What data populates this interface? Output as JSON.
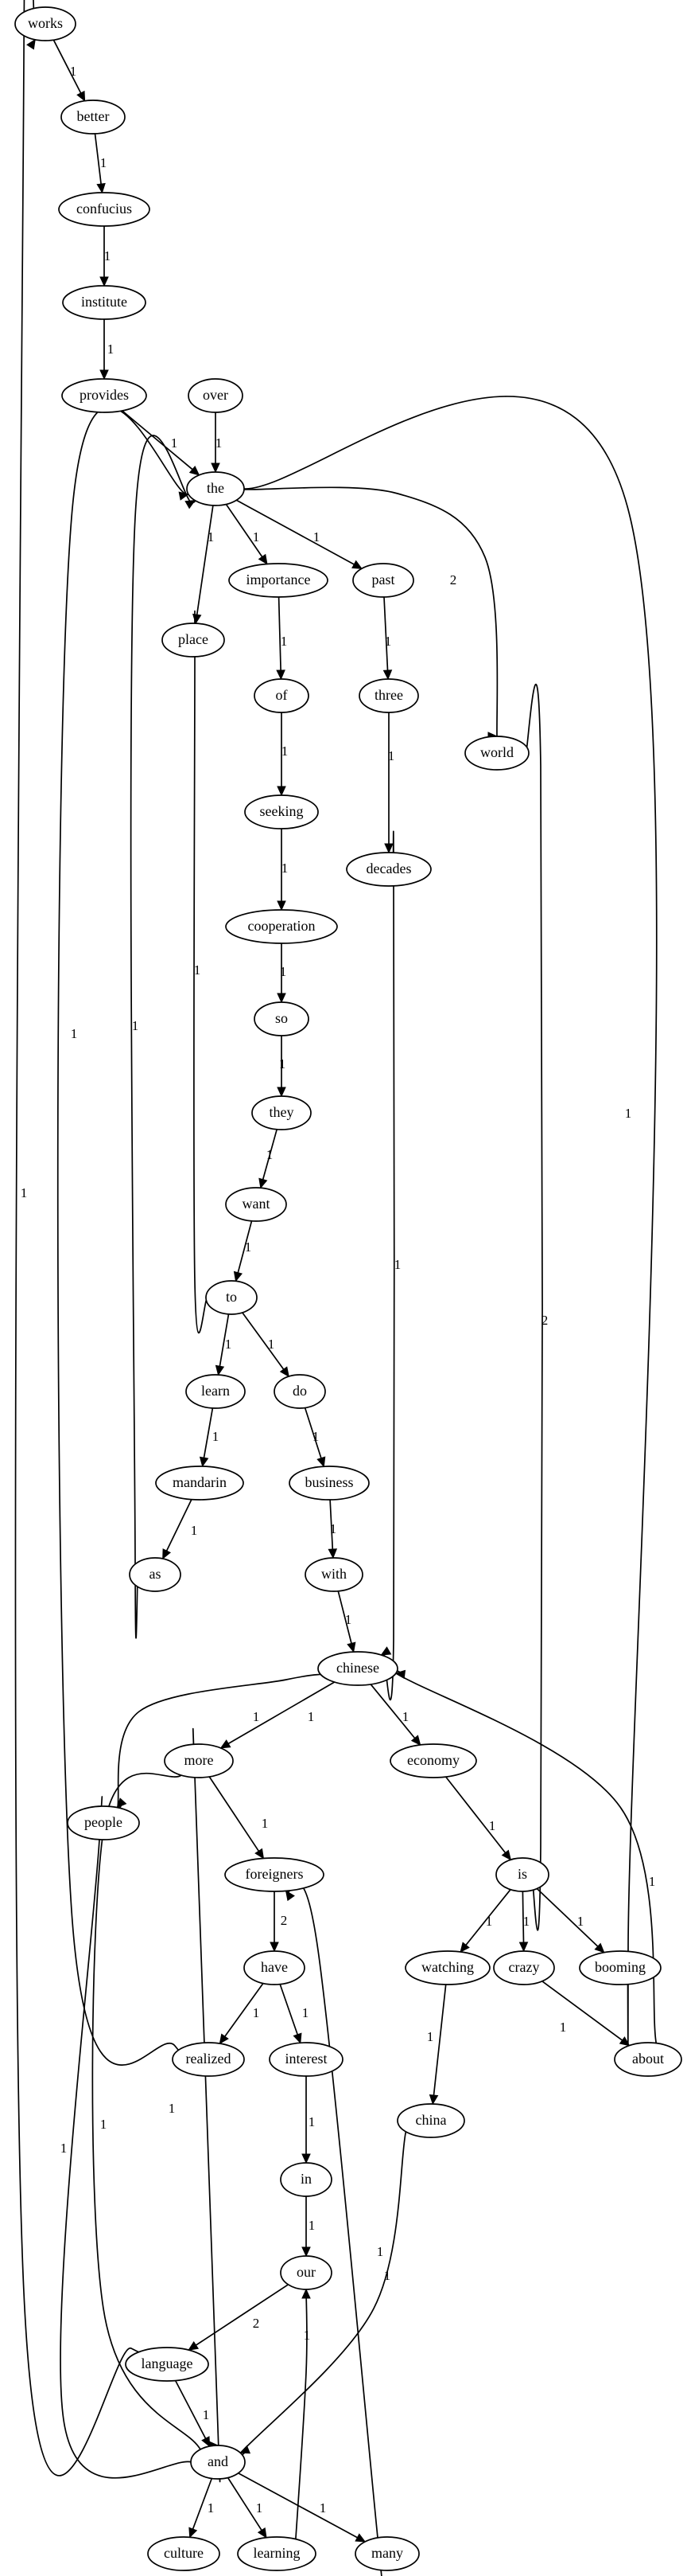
{
  "diagram": {
    "nodes": [
      {
        "id": "works",
        "label": "works"
      },
      {
        "id": "better",
        "label": "better"
      },
      {
        "id": "confucius",
        "label": "confucius"
      },
      {
        "id": "institute",
        "label": "institute"
      },
      {
        "id": "provides",
        "label": "provides"
      },
      {
        "id": "over",
        "label": "over"
      },
      {
        "id": "the",
        "label": "the"
      },
      {
        "id": "importance",
        "label": "importance"
      },
      {
        "id": "past",
        "label": "past"
      },
      {
        "id": "place",
        "label": "place"
      },
      {
        "id": "of",
        "label": "of"
      },
      {
        "id": "three",
        "label": "three"
      },
      {
        "id": "world",
        "label": "world"
      },
      {
        "id": "seeking",
        "label": "seeking"
      },
      {
        "id": "decades",
        "label": "decades"
      },
      {
        "id": "cooperation",
        "label": "cooperation"
      },
      {
        "id": "so",
        "label": "so"
      },
      {
        "id": "they",
        "label": "they"
      },
      {
        "id": "want",
        "label": "want"
      },
      {
        "id": "to",
        "label": "to"
      },
      {
        "id": "learn",
        "label": "learn"
      },
      {
        "id": "do",
        "label": "do"
      },
      {
        "id": "mandarin",
        "label": "mandarin"
      },
      {
        "id": "business",
        "label": "business"
      },
      {
        "id": "as",
        "label": "as"
      },
      {
        "id": "with",
        "label": "with"
      },
      {
        "id": "chinese",
        "label": "chinese"
      },
      {
        "id": "more",
        "label": "more"
      },
      {
        "id": "economy",
        "label": "economy"
      },
      {
        "id": "people",
        "label": "people"
      },
      {
        "id": "foreigners",
        "label": "foreigners"
      },
      {
        "id": "is",
        "label": "is"
      },
      {
        "id": "have",
        "label": "have"
      },
      {
        "id": "watching",
        "label": "watching"
      },
      {
        "id": "crazy",
        "label": "crazy"
      },
      {
        "id": "booming",
        "label": "booming"
      },
      {
        "id": "realized",
        "label": "realized"
      },
      {
        "id": "interest",
        "label": "interest"
      },
      {
        "id": "about",
        "label": "about"
      },
      {
        "id": "china",
        "label": "china"
      },
      {
        "id": "in",
        "label": "in"
      },
      {
        "id": "our",
        "label": "our"
      },
      {
        "id": "language",
        "label": "language"
      },
      {
        "id": "and",
        "label": "and"
      },
      {
        "id": "culture",
        "label": "culture"
      },
      {
        "id": "learning",
        "label": "learning"
      },
      {
        "id": "many",
        "label": "many"
      }
    ],
    "edges": [
      {
        "from": "works",
        "to": "better",
        "label": "1"
      },
      {
        "from": "better",
        "to": "confucius",
        "label": "1"
      },
      {
        "from": "confucius",
        "to": "institute",
        "label": "1"
      },
      {
        "from": "institute",
        "to": "provides",
        "label": "1"
      },
      {
        "from": "provides",
        "to": "the",
        "label": "1"
      },
      {
        "from": "over",
        "to": "the",
        "label": "1"
      },
      {
        "from": "the",
        "to": "place",
        "label": "1"
      },
      {
        "from": "the",
        "to": "importance",
        "label": "1"
      },
      {
        "from": "the",
        "to": "past",
        "label": "1"
      },
      {
        "from": "the",
        "to": "world",
        "label": "2"
      },
      {
        "from": "importance",
        "to": "of",
        "label": "1"
      },
      {
        "from": "past",
        "to": "three",
        "label": "1"
      },
      {
        "from": "three",
        "to": "decades",
        "label": "1"
      },
      {
        "from": "of",
        "to": "seeking",
        "label": "1"
      },
      {
        "from": "seeking",
        "to": "cooperation",
        "label": "1"
      },
      {
        "from": "cooperation",
        "to": "so",
        "label": "1"
      },
      {
        "from": "so",
        "to": "they",
        "label": "1"
      },
      {
        "from": "they",
        "to": "want",
        "label": "1"
      },
      {
        "from": "want",
        "to": "to",
        "label": "1"
      },
      {
        "from": "place",
        "to": "to",
        "label": "1"
      },
      {
        "from": "to",
        "to": "learn",
        "label": "1"
      },
      {
        "from": "to",
        "to": "do",
        "label": "1"
      },
      {
        "from": "learn",
        "to": "mandarin",
        "label": "1"
      },
      {
        "from": "do",
        "to": "business",
        "label": "1"
      },
      {
        "from": "mandarin",
        "to": "as",
        "label": "1"
      },
      {
        "from": "as",
        "to": "the",
        "label": "1"
      },
      {
        "from": "business",
        "to": "with",
        "label": "1"
      },
      {
        "from": "with",
        "to": "chinese",
        "label": "1"
      },
      {
        "from": "decades",
        "to": "chinese",
        "label": "1"
      },
      {
        "from": "world",
        "to": "is",
        "label": "2"
      },
      {
        "from": "chinese",
        "to": "people",
        "label": "1"
      },
      {
        "from": "chinese",
        "to": "more",
        "label": "1"
      },
      {
        "from": "chinese",
        "to": "economy",
        "label": "1"
      },
      {
        "from": "economy",
        "to": "is",
        "label": "1"
      },
      {
        "from": "is",
        "to": "watching",
        "label": "1"
      },
      {
        "from": "is",
        "to": "crazy",
        "label": "1"
      },
      {
        "from": "is",
        "to": "booming",
        "label": "1"
      },
      {
        "from": "booming",
        "to": "the",
        "label": "1"
      },
      {
        "from": "crazy",
        "to": "about",
        "label": "1"
      },
      {
        "from": "about",
        "to": "chinese",
        "label": "1"
      },
      {
        "from": "more",
        "to": "foreigners",
        "label": "1"
      },
      {
        "from": "more",
        "to": "and",
        "label": "1"
      },
      {
        "from": "foreigners",
        "to": "have",
        "label": "2"
      },
      {
        "from": "have",
        "to": "realized",
        "label": "1"
      },
      {
        "from": "have",
        "to": "interest",
        "label": "1"
      },
      {
        "from": "realized",
        "to": "the",
        "label": "1"
      },
      {
        "from": "interest",
        "to": "in",
        "label": "1"
      },
      {
        "from": "in",
        "to": "our",
        "label": "1"
      },
      {
        "from": "our",
        "to": "language",
        "label": "2"
      },
      {
        "from": "watching",
        "to": "china",
        "label": "1"
      },
      {
        "from": "china",
        "to": "and",
        "label": "1"
      },
      {
        "from": "language",
        "to": "works",
        "label": "1"
      },
      {
        "from": "language",
        "to": "and",
        "label": "1"
      },
      {
        "from": "people",
        "to": "and",
        "label": "1"
      },
      {
        "from": "and",
        "to": "more",
        "label": "1"
      },
      {
        "from": "and",
        "to": "culture",
        "label": "1"
      },
      {
        "from": "and",
        "to": "learning",
        "label": "1"
      },
      {
        "from": "and",
        "to": "many",
        "label": "1"
      },
      {
        "from": "learning",
        "to": "our",
        "label": "1"
      },
      {
        "from": "many",
        "to": "foreigners",
        "label": "1"
      }
    ]
  }
}
